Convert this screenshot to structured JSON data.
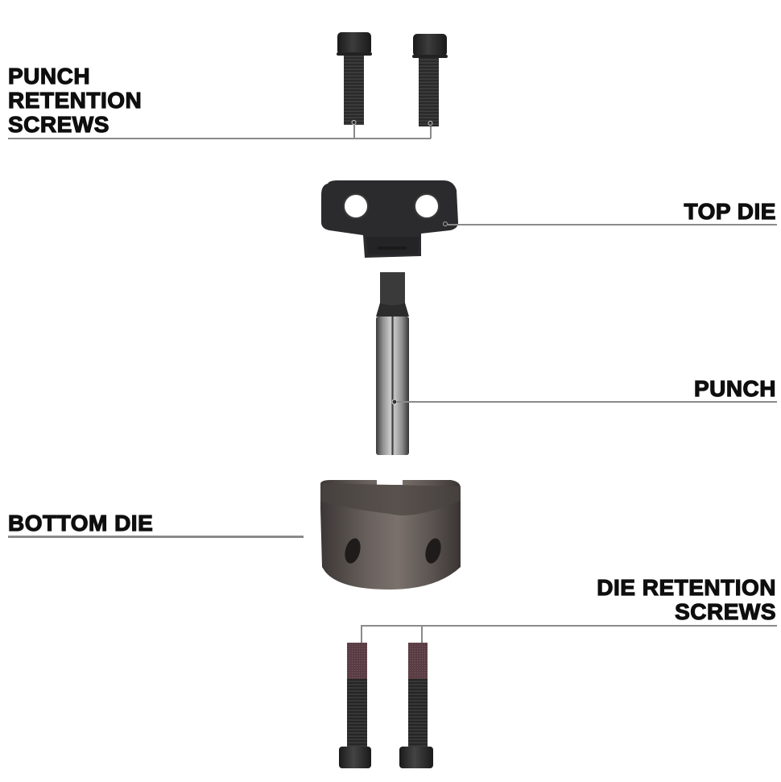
{
  "diagram": {
    "type": "exploded-parts-diagram",
    "colors": {
      "background": "#ffffff",
      "label_text": "#0e0e0e",
      "leader_line": "#8a8a8a",
      "black_oxide": "#2a2a2a",
      "bottom_die": "#5a5350",
      "threadlock_patch": "#5a3d44",
      "punch_steel": "#9a9a9a"
    },
    "labels": {
      "punch_retention_screws": [
        "PUNCH",
        "RETENTION",
        "SCREWS"
      ],
      "top_die": "TOP DIE",
      "punch": "PUNCH",
      "bottom_die": "BOTTOM DIE",
      "die_retention_screws": [
        "DIE RETENTION",
        "SCREWS"
      ]
    },
    "parts": [
      {
        "name": "Punch Retention Screws",
        "count": 2,
        "label_side": "left"
      },
      {
        "name": "Top Die",
        "count": 1,
        "label_side": "right"
      },
      {
        "name": "Punch",
        "count": 1,
        "label_side": "right"
      },
      {
        "name": "Bottom Die",
        "count": 1,
        "label_side": "left"
      },
      {
        "name": "Die Retention Screws",
        "count": 2,
        "label_side": "right"
      }
    ]
  }
}
